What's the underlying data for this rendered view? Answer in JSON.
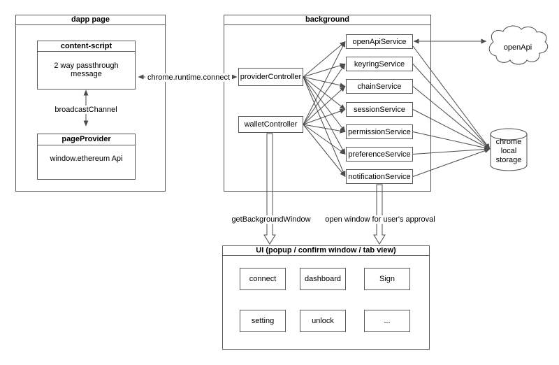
{
  "dapp_page": {
    "title": "dapp page",
    "content_script": {
      "title": "content-script",
      "body": "2 way passthrough message"
    },
    "broadcast_channel": "broadcastChannel",
    "page_provider": {
      "title": "pageProvider",
      "body": "window.ethereum Api"
    }
  },
  "background": {
    "title": "background",
    "provider_controller": "providerController",
    "wallet_controller": "walletController",
    "services": [
      "openApiService",
      "keyringService",
      "chainService",
      "sessionService",
      "permissionService",
      "preferenceService",
      "notificationService"
    ]
  },
  "external": {
    "open_api": "openApi",
    "chrome_storage": "chrome local storage"
  },
  "connectors": {
    "runtime_connect": "chrome.runtime.connect",
    "get_background_window": "getBackgroundWindow",
    "open_window": "open window for user's approval"
  },
  "ui": {
    "title": "UI (popup / confirm window / tab view)",
    "buttons": [
      "connect",
      "dashboard",
      "Sign",
      "setting",
      "unlock",
      "..."
    ]
  },
  "colors": {
    "line": "#4c4c4c",
    "border": "#595959",
    "text": "#000000",
    "background": "#ffffff"
  }
}
